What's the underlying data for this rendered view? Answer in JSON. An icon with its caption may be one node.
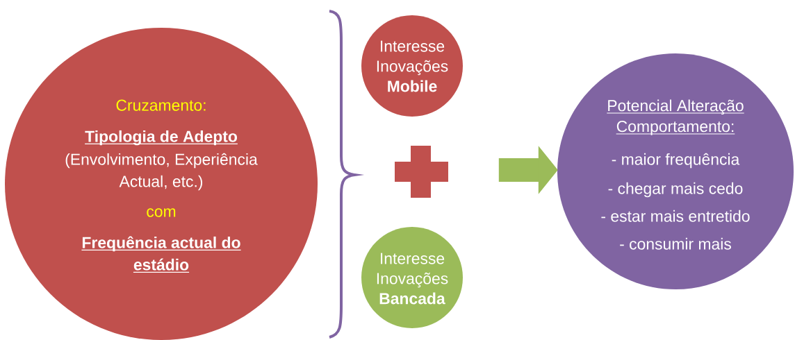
{
  "diagram": {
    "nodes": [
      {
        "text": [
          "Cruzamento:",
          "Tipologia de Adepto",
          "(Envolvimento, Experiência Actual, etc.)",
          "com",
          "Frequência actual do estádio"
        ]
      },
      {
        "text": [
          "Interesse Inovações **Mobile**"
        ]
      },
      {
        "text": [
          "Interesse Inovações **Bancada**"
        ]
      },
      {
        "text": [
          "Potencial Alteração Comportamento:",
          "- maior frequência",
          "- chegar mais cedo",
          "- estar mais entretido",
          "- consumir mais"
        ]
      }
    ],
    "edges": [
      {
        "from": null,
        "to": 3,
        "arrow": "to",
        "color": "#9bbb59"
      }
    ]
  }
}
